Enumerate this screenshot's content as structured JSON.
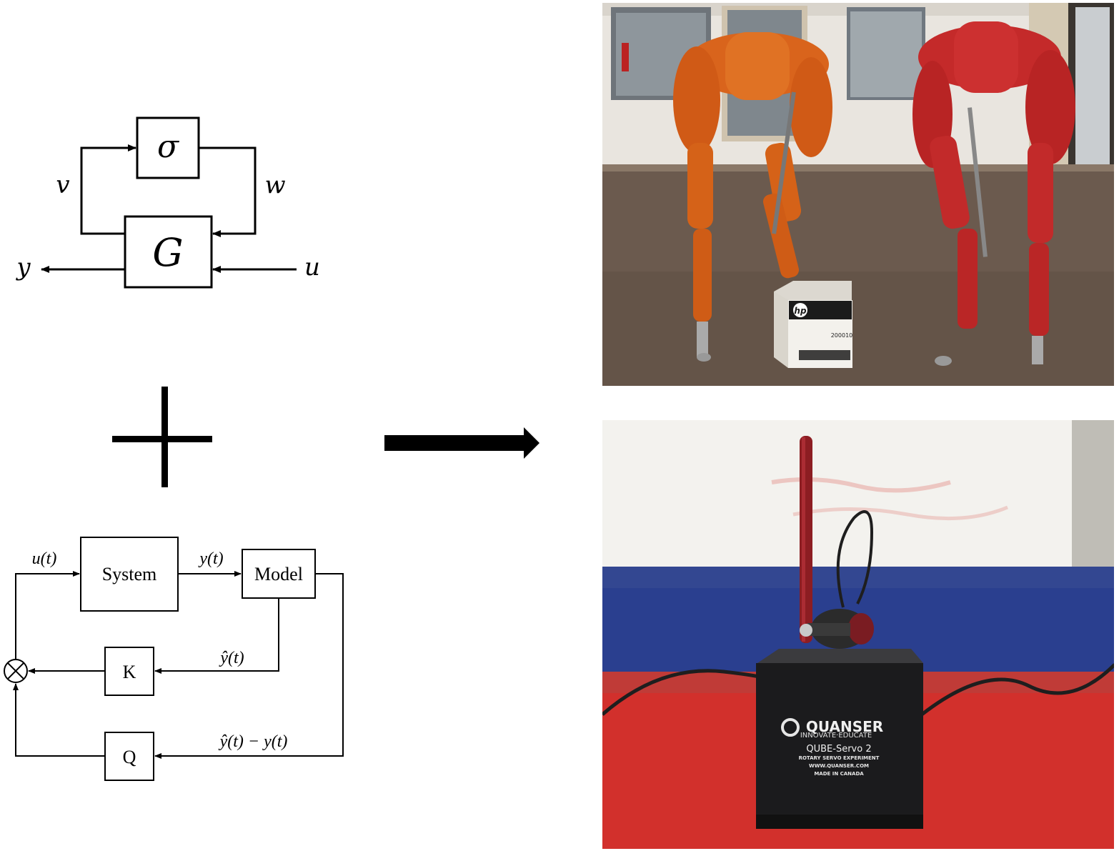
{
  "diagram_top": {
    "block_sigma": "σ",
    "block_g": "G",
    "label_v": "v",
    "label_w": "w",
    "label_y": "y",
    "label_u": "u"
  },
  "diagram_bottom": {
    "block_system": "System",
    "block_model": "Model",
    "block_k": "K",
    "block_q": "Q",
    "label_ut": "u(t)",
    "label_yt": "y(t)",
    "label_yhat": "ŷ(t)",
    "label_diff": "ŷ(t) − y(t)"
  },
  "photos": {
    "robots": {
      "box_brand": "hp",
      "box_code": "200010"
    },
    "qube": {
      "brand": "QUANSER",
      "tagline": "INNOVATE·EDUCATE",
      "model": "QUBE-Servo 2",
      "subtitle": "ROTARY SERVO EXPERIMENT",
      "website": "WWW.QUANSER.COM",
      "origin": "MADE IN CANADA"
    }
  },
  "colors": {
    "ink": "#000000",
    "robot_orange": "#d9641c",
    "robot_red": "#c42a2a",
    "floor": "#6b5a4e",
    "qube_body": "#1b1b1d",
    "table_red": "#d2302c",
    "wall_blue": "#2a3f8f"
  },
  "icons": [
    "plus-icon",
    "right-arrow-icon",
    "summing-junction-icon"
  ]
}
